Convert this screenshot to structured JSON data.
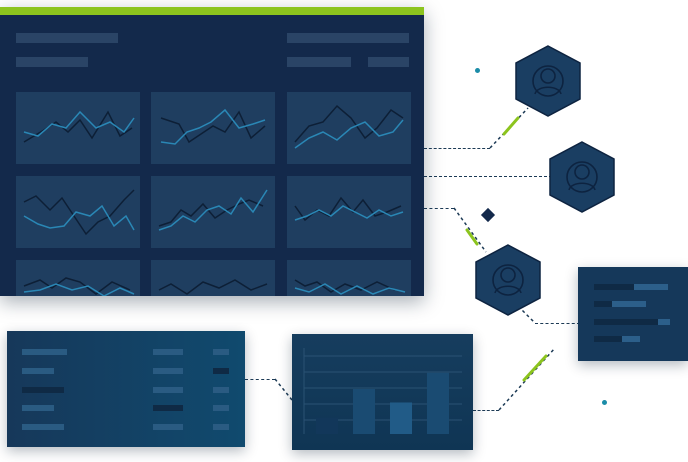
{
  "colors": {
    "accent": "#8cc41e",
    "navy": "#13294b",
    "panel": "#1f3e60",
    "line_dark": "#0d1f36",
    "line_light": "#2a87b5",
    "teal_dot": "#1b8ca8"
  },
  "icons": {
    "user": "user-icon",
    "diamond": "diamond-icon"
  },
  "bar_chart": {
    "values": [
      0.18,
      0.5,
      0.35,
      0.68
    ]
  }
}
